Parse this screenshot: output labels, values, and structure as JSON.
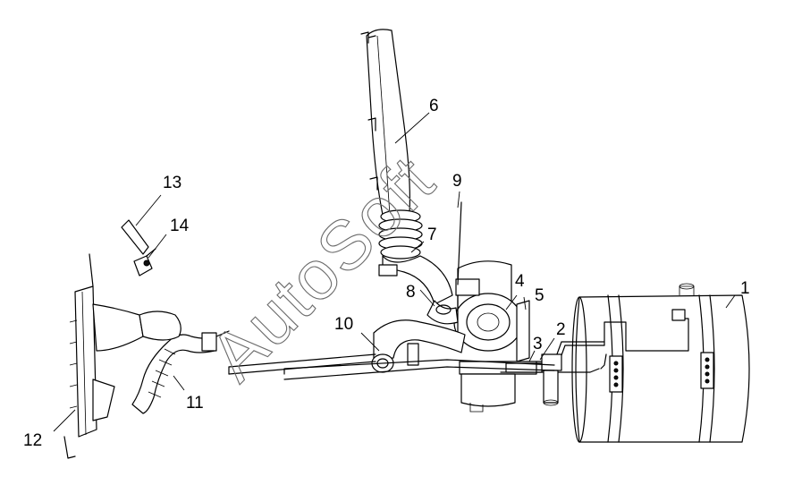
{
  "watermark": {
    "text": "AutoSoft",
    "color": "#6b6b6b"
  },
  "callouts": [
    {
      "id": "1",
      "label": "1"
    },
    {
      "id": "2",
      "label": "2"
    },
    {
      "id": "3",
      "label": "3"
    },
    {
      "id": "4",
      "label": "4"
    },
    {
      "id": "5",
      "label": "5"
    },
    {
      "id": "6",
      "label": "6"
    },
    {
      "id": "7",
      "label": "7"
    },
    {
      "id": "8",
      "label": "8"
    },
    {
      "id": "9",
      "label": "9"
    },
    {
      "id": "10",
      "label": "10"
    },
    {
      "id": "11",
      "label": "11"
    },
    {
      "id": "12",
      "label": "12"
    },
    {
      "id": "13",
      "label": "13"
    },
    {
      "id": "14",
      "label": "14"
    }
  ]
}
